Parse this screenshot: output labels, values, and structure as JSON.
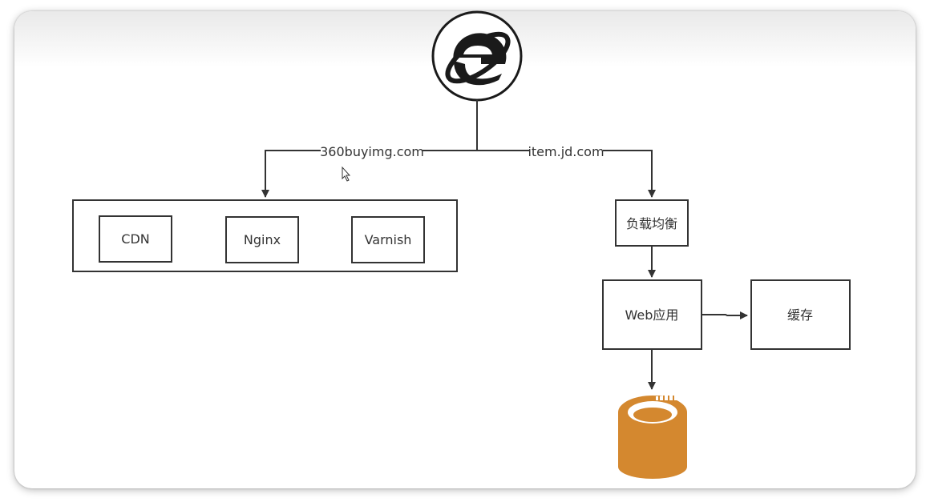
{
  "diagram": {
    "edges": {
      "left_domain": "360buyimg.com",
      "right_domain": "item.jd.com"
    },
    "static_group": {
      "cdn": "CDN",
      "nginx": "Nginx",
      "varnish": "Varnish"
    },
    "load_balancer": "负载均衡",
    "web_app": "Web应用",
    "cache": "缓存"
  },
  "icons": {
    "browser": "internet-explorer-icon",
    "database": "database-icon",
    "cursor": "mouse-cursor-icon"
  },
  "colors": {
    "stroke": "#333333",
    "database": "#D4882F",
    "ie_logo": "#1a1a1a"
  }
}
